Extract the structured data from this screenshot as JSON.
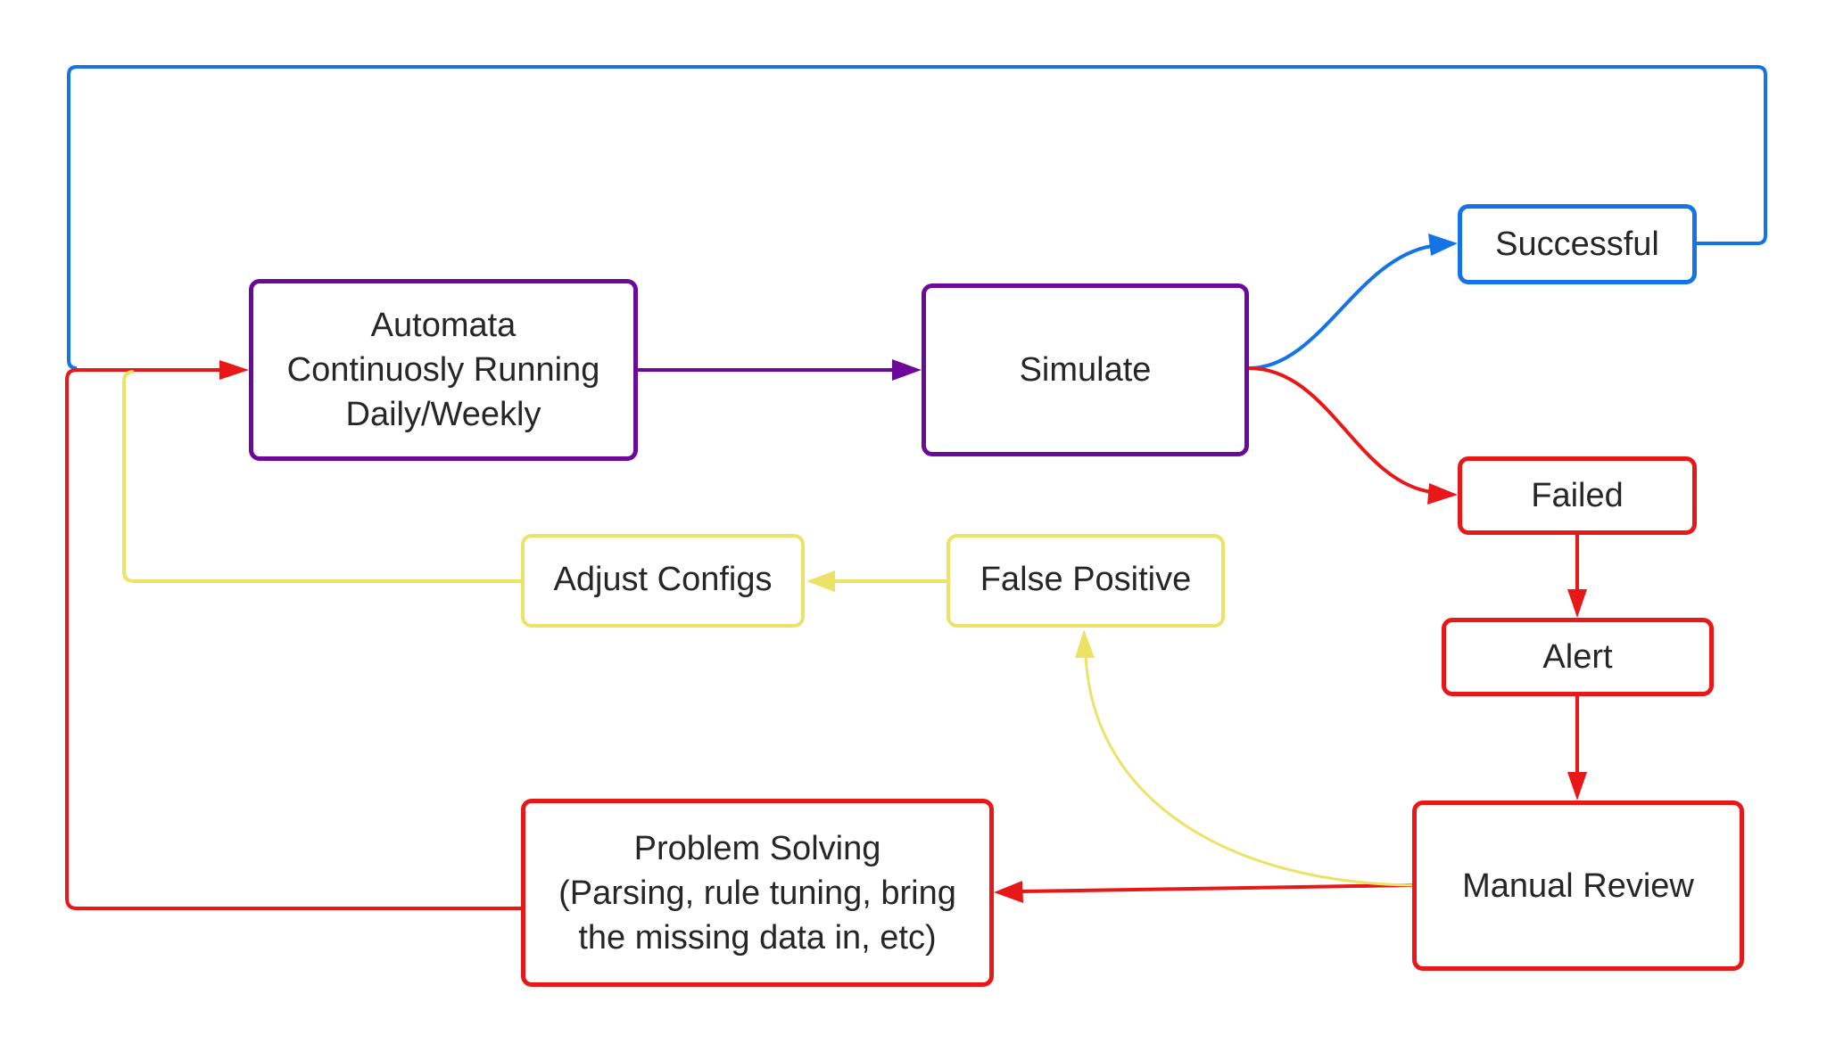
{
  "colors": {
    "purple": "#6b0a9a",
    "blue": "#1473e6",
    "red": "#e81818",
    "yellow": "#ece266",
    "text": "#262626"
  },
  "nodes": {
    "automata": "Automata\nContinuosly Running\nDaily/Weekly",
    "simulate": "Simulate",
    "successful": "Successful",
    "failed": "Failed",
    "alert": "Alert",
    "manual_review": "Manual Review",
    "problem_solving": "Problem Solving\n(Parsing, rule tuning, bring\nthe missing data in, etc)",
    "adjust_configs": "Adjust Configs",
    "false_positive": "False Positive"
  },
  "edges": [
    {
      "from": "automata",
      "to": "simulate",
      "color": "purple"
    },
    {
      "from": "simulate",
      "to": "successful",
      "color": "blue"
    },
    {
      "from": "simulate",
      "to": "failed",
      "color": "red"
    },
    {
      "from": "successful",
      "to": "automata",
      "color": "blue"
    },
    {
      "from": "failed",
      "to": "alert",
      "color": "red"
    },
    {
      "from": "alert",
      "to": "manual_review",
      "color": "red"
    },
    {
      "from": "manual_review",
      "to": "problem_solving",
      "color": "red"
    },
    {
      "from": "manual_review",
      "to": "false_positive",
      "color": "yellow"
    },
    {
      "from": "false_positive",
      "to": "adjust_configs",
      "color": "yellow"
    },
    {
      "from": "adjust_configs",
      "to": "automata",
      "color": "yellow"
    },
    {
      "from": "problem_solving",
      "to": "automata",
      "color": "red"
    }
  ]
}
